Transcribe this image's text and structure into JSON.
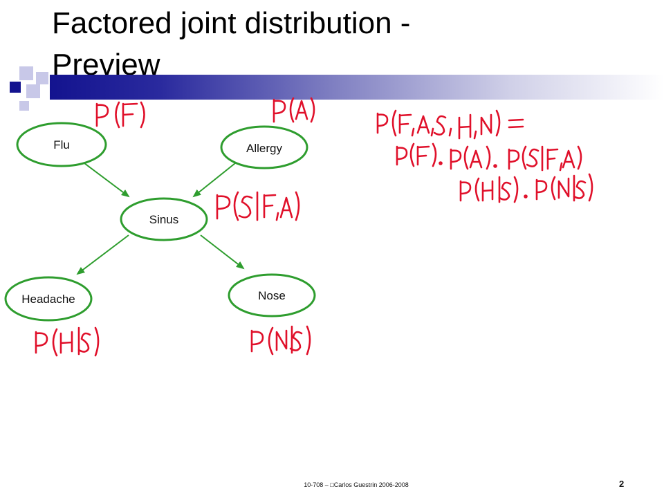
{
  "slide": {
    "title_line1": "Factored joint distribution -",
    "title_line2": "Preview",
    "footer": "10-708 – □Carlos Guestrin 2006-2008",
    "page_number": "2"
  },
  "colors": {
    "node_stroke": "#2e9d2e",
    "edge": "#2e9d2e",
    "handwriting": "#e0102a",
    "header_bar": "#13138f"
  },
  "nodes": {
    "flu": "Flu",
    "allergy": "Allergy",
    "sinus": "Sinus",
    "headache": "Headache",
    "nose": "Nose"
  },
  "annotations": {
    "pf": "P(F)",
    "pa": "P(A)",
    "psfa": "P(S|F,A)",
    "phs": "P(H|S)",
    "pns": "P(N|S)",
    "joint_line1": "P(F,A,S,H,N) =",
    "joint_line2": "P(F) . P(A) . P(S|F,A)",
    "joint_line3": "P(H|S) . P(N|S)"
  }
}
